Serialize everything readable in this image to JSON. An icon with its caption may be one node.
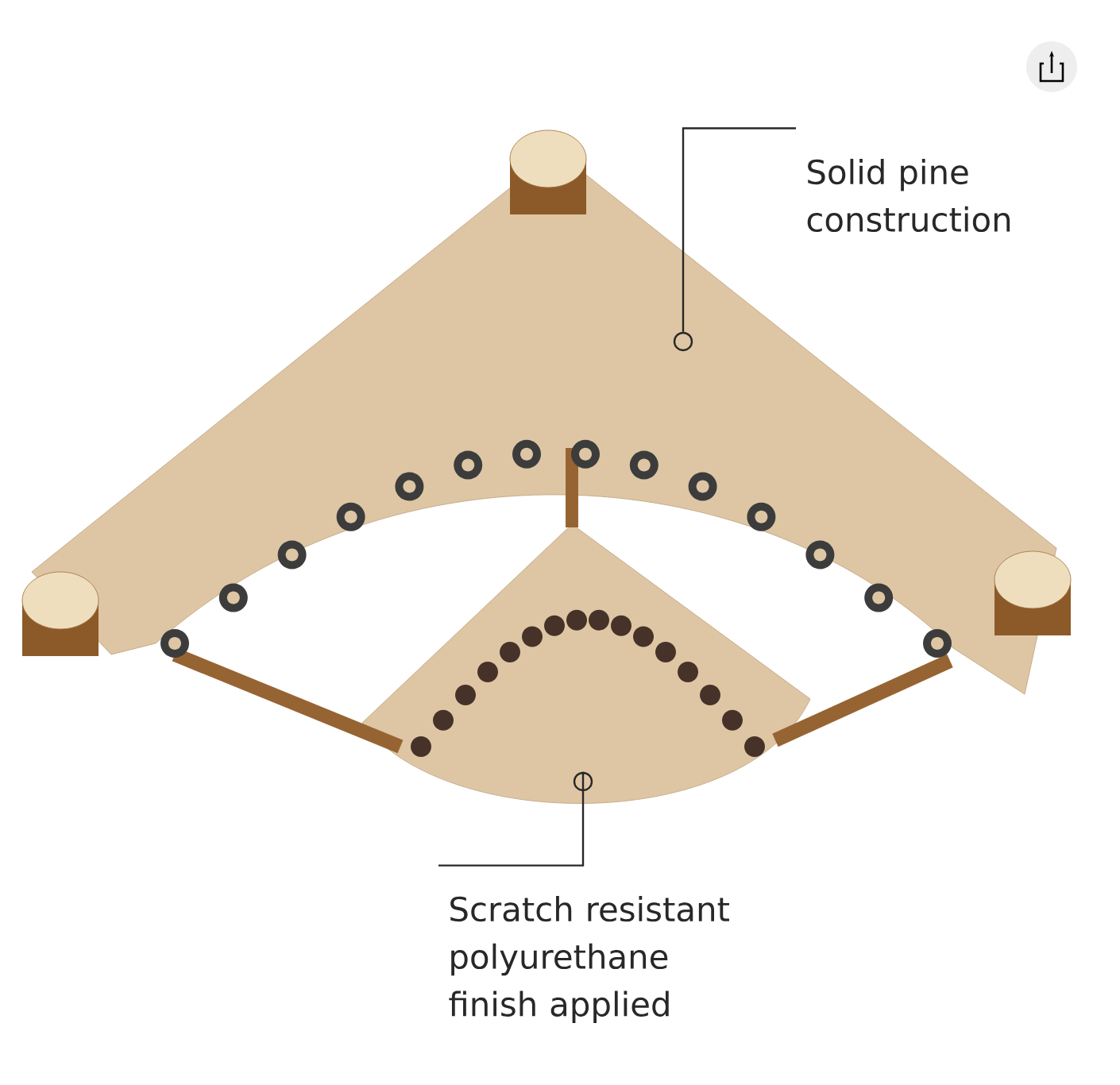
{
  "diagram": {
    "nodes": [
      {
        "text": [
          "Solid pine construction"
        ]
      },
      {
        "text": [],
        "shape": "circle"
      },
      {
        "text": [
          "Scratch resistant polyurethane finish applied"
        ]
      },
      {
        "text": [],
        "shape": "circle"
      }
    ],
    "edges": [
      {
        "from": 0,
        "to": 1,
        "arrow": "none"
      },
      {
        "from": 2,
        "to": 3,
        "arrow": "none"
      }
    ]
  }
}
